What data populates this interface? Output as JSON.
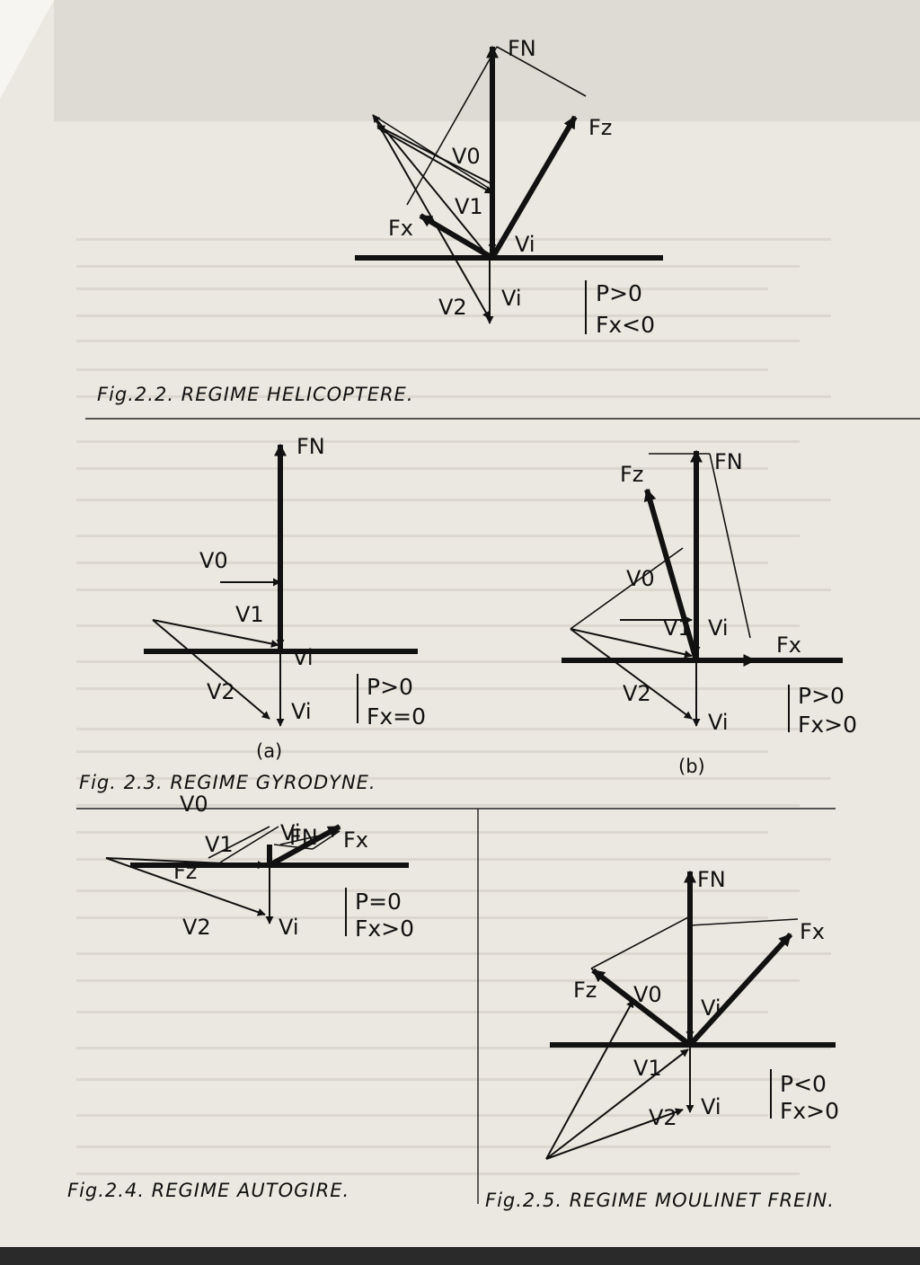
{
  "figures": [
    {
      "id": "fig-2-2",
      "caption": "Fig.2.2. REGIME HELICOPTERE.",
      "labels": {
        "fn": "FN",
        "fz": "Fz",
        "v0": "V0",
        "v1": "V1",
        "vi_upper": "Vi",
        "fx": "Fx",
        "v2": "V2",
        "vi_lower": "Vi"
      },
      "conditions": [
        "P>0",
        "Fx<0"
      ]
    },
    {
      "id": "fig-2-3a",
      "caption": "Fig. 2.3. REGIME GYRODYNE.",
      "sublabel": "(a)",
      "labels": {
        "fn": "FN",
        "v0": "V0",
        "v1": "V1",
        "vi_upper": "Vi",
        "v2": "V2",
        "vi_lower": "Vi"
      },
      "conditions": [
        "P>0",
        "Fx=0"
      ]
    },
    {
      "id": "fig-2-3b",
      "sublabel": "(b)",
      "labels": {
        "fn": "FN",
        "fz": "Fz",
        "v0": "V0",
        "v1": "V1",
        "vi_upper": "Vi",
        "fx": "Fx",
        "v2": "V2",
        "vi_lower": "Vi"
      },
      "conditions": [
        "P>0",
        "Fx>0"
      ]
    },
    {
      "id": "fig-2-4",
      "caption": "Fig.2.4. REGIME AUTOGIRE.",
      "labels": {
        "fn": "FN",
        "fz": "Fz",
        "v0": "V0",
        "v1": "V1",
        "vi_upper": "Vi",
        "fx": "Fx",
        "v2": "V2",
        "vi_lower": "Vi"
      },
      "conditions": [
        "P=0",
        "Fx>0"
      ]
    },
    {
      "id": "fig-2-5",
      "caption": "Fig.2.5. REGIME MOULINET FREIN.",
      "labels": {
        "fn": "FN",
        "fz": "Fz",
        "v0": "V0",
        "v1": "V1",
        "vi_upper": "Vi",
        "fx": "Fx",
        "v2": "V2",
        "vi_lower": "Vi"
      },
      "conditions": [
        "P<0",
        "Fx>0"
      ]
    }
  ]
}
